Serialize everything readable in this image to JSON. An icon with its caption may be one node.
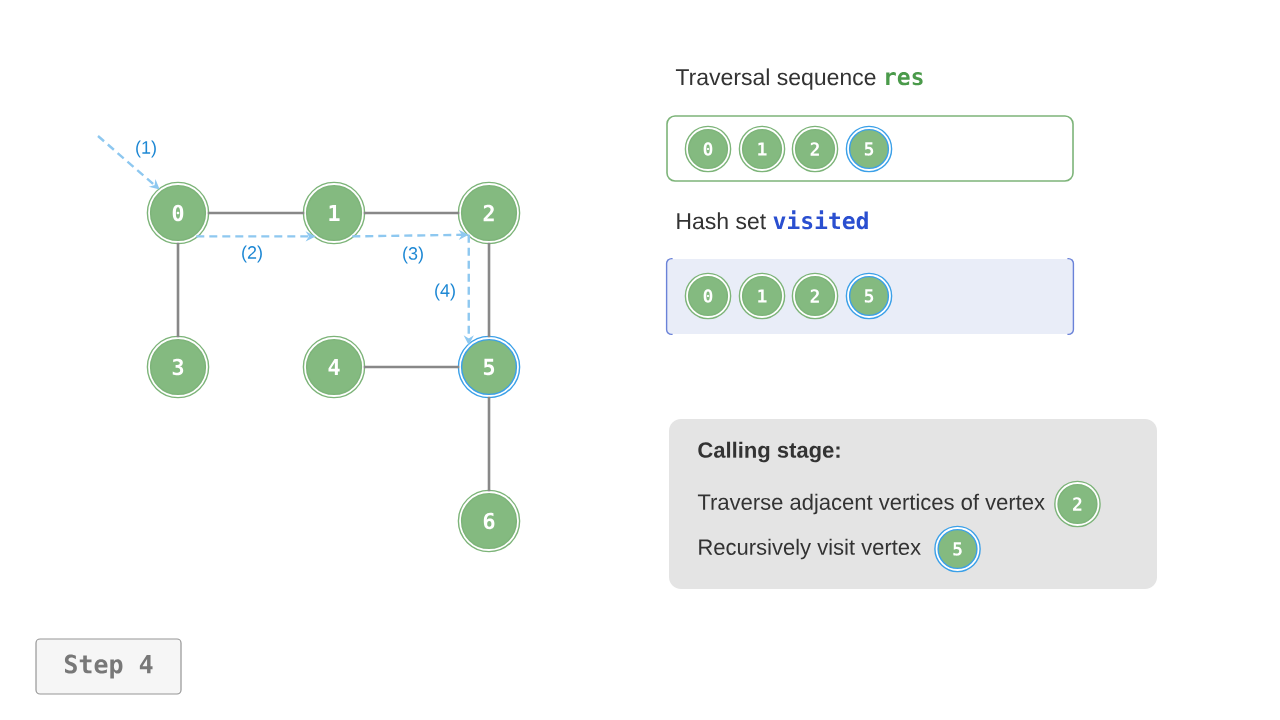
{
  "diagram": {
    "nodes": [
      {
        "text": [
          "0"
        ]
      },
      {
        "text": [
          "1"
        ]
      },
      {
        "text": [
          "2"
        ]
      },
      {
        "text": [
          "3"
        ]
      },
      {
        "text": [
          "4"
        ]
      },
      {
        "text": [
          "5"
        ]
      },
      {
        "text": [
          "6"
        ]
      },
      {
        "text": [
          "Traversal sequence",
          "res"
        ]
      },
      {
        "text": [
          "0"
        ],
        "in": 7
      },
      {
        "text": [
          "1"
        ],
        "in": 7
      },
      {
        "text": [
          "2"
        ],
        "in": 7
      },
      {
        "text": [
          "5"
        ],
        "in": 7
      },
      {
        "text": [
          "Hash set",
          "visited"
        ]
      },
      {
        "text": [
          "0"
        ],
        "in": 12
      },
      {
        "text": [
          "1"
        ],
        "in": 12
      },
      {
        "text": [
          "2"
        ],
        "in": 12
      },
      {
        "text": [
          "5"
        ],
        "in": 12
      },
      {
        "text": [
          "Calling stage:",
          "Traverse adjacent vertices of vertex",
          "Recursively visit vertex"
        ]
      },
      {
        "text": [
          "2"
        ],
        "in": 17
      },
      {
        "text": [
          "5"
        ],
        "in": 17
      },
      {
        "text": [
          "Step 4"
        ]
      }
    ],
    "edges": [
      {
        "from": 0,
        "to": 1,
        "arrow": "none"
      },
      {
        "from": 1,
        "to": 2,
        "arrow": "none"
      },
      {
        "from": 0,
        "to": 3,
        "arrow": "none"
      },
      {
        "from": 2,
        "to": 5,
        "arrow": "none"
      },
      {
        "from": 4,
        "to": 5,
        "arrow": "none"
      },
      {
        "from": 5,
        "to": 6,
        "arrow": "none"
      },
      {
        "from": null,
        "to": 0,
        "arrow": "to",
        "label": "(1)",
        "style": "dashed",
        "color": "#8ec8f0"
      },
      {
        "from": 0,
        "to": 1,
        "arrow": "to",
        "label": "(2)",
        "style": "dashed",
        "color": "#8ec8f0"
      },
      {
        "from": 1,
        "to": 2,
        "arrow": "to",
        "label": "(3)",
        "style": "dashed",
        "color": "#8ec8f0"
      },
      {
        "from": 2,
        "to": 5,
        "arrow": "to",
        "label": "(4)",
        "style": "dashed",
        "color": "#8ec8f0"
      }
    ]
  }
}
